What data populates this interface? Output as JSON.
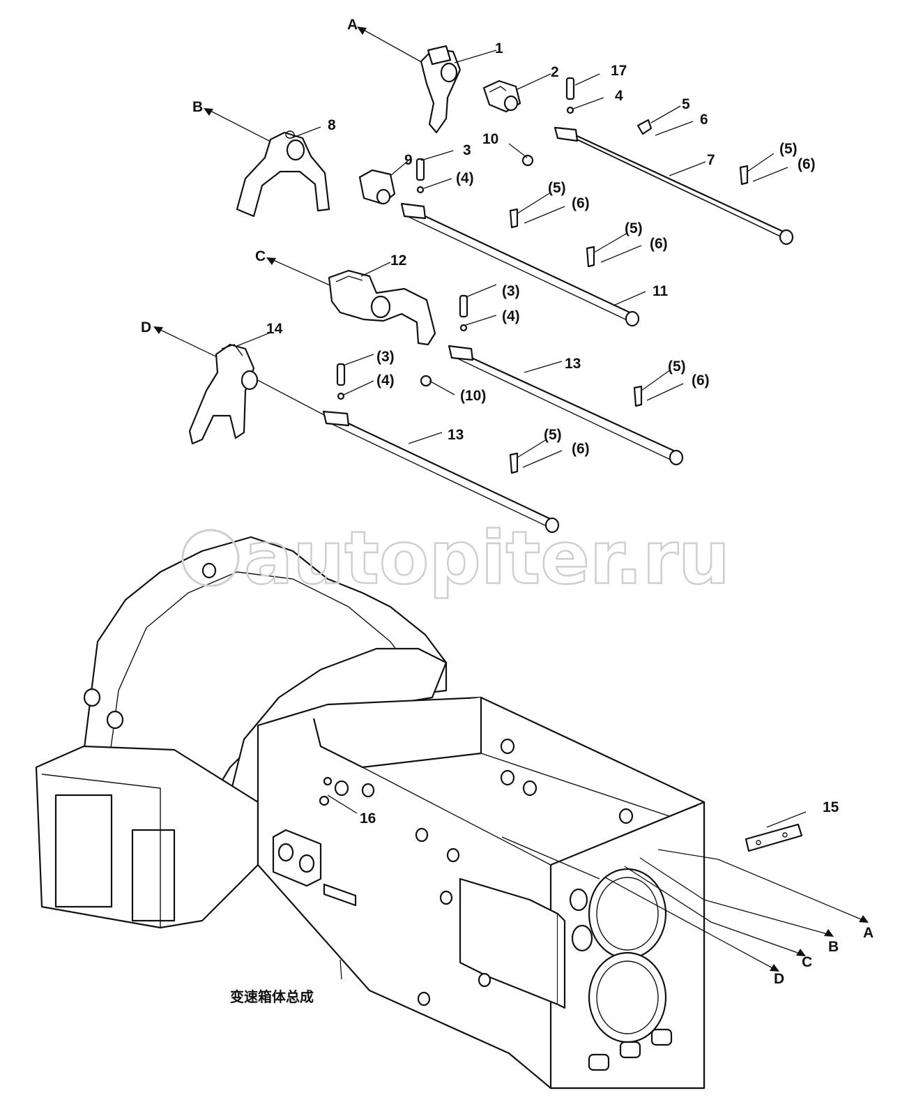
{
  "watermark": "autopiter.ru",
  "caption": "变速箱体总成",
  "letters": {
    "a": "A",
    "b": "B",
    "c": "C",
    "d": "D"
  },
  "callouts": [
    "1",
    "2",
    "17",
    "4",
    "5",
    "6",
    "7",
    "(5)",
    "(6)",
    "8",
    "10",
    "9",
    "3",
    "(4)",
    "(5)",
    "(6)",
    "(5)",
    "(6)",
    "11",
    "12",
    "(3)",
    "(4)",
    "14",
    "(3)",
    "(4)",
    "(10)",
    "13",
    "(5)",
    "(6)",
    "13",
    "(5)",
    "(6)",
    "15",
    "16"
  ],
  "colors": {
    "ink": "#111111",
    "watermark": "#cfcfcf",
    "background": "#ffffff"
  }
}
